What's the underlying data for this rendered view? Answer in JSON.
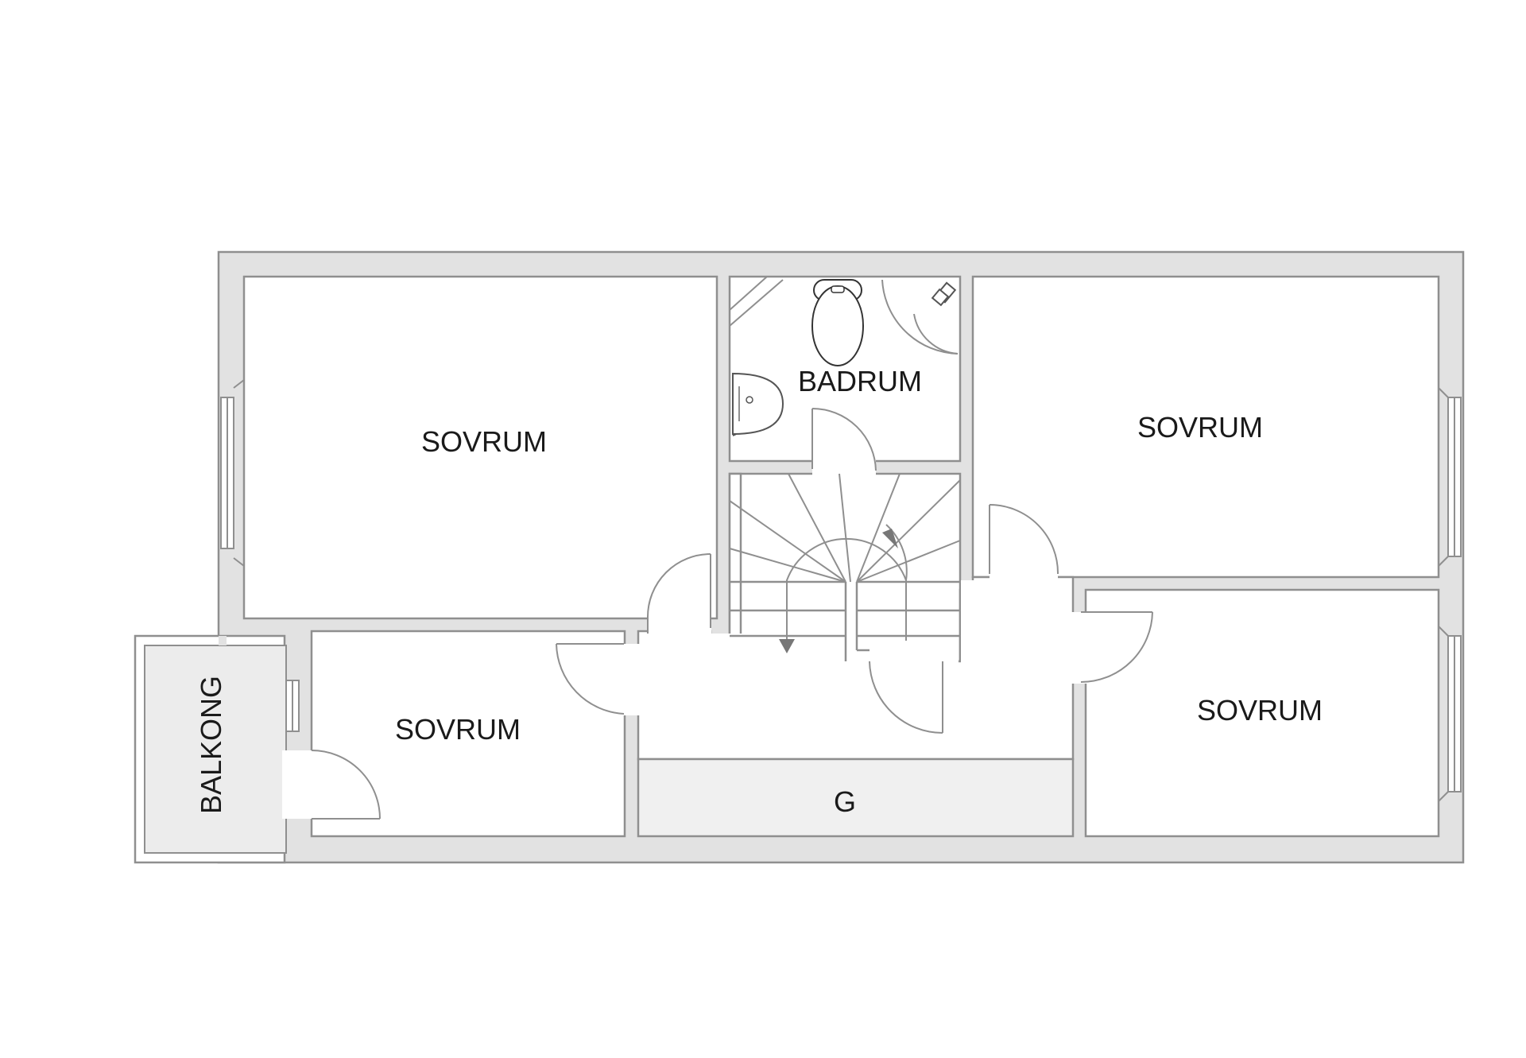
{
  "rooms": {
    "bedroom_top_left": "SOVRUM",
    "bathroom": "BADRUM",
    "bedroom_top_right": "SOVRUM",
    "bedroom_mid_left": "SOVRUM",
    "bedroom_bottom_right": "SOVRUM",
    "storage": "G",
    "balcony": "BALKONG"
  },
  "colors": {
    "wall": "#e2e2e2",
    "line": "#8f8f8f",
    "storage_fill": "#f0f0f0",
    "text": "#1a1a1a"
  },
  "icons": [
    "toilet-icon",
    "sink-icon",
    "shower-head-icon",
    "stair-arrow-icon",
    "window-icon"
  ]
}
